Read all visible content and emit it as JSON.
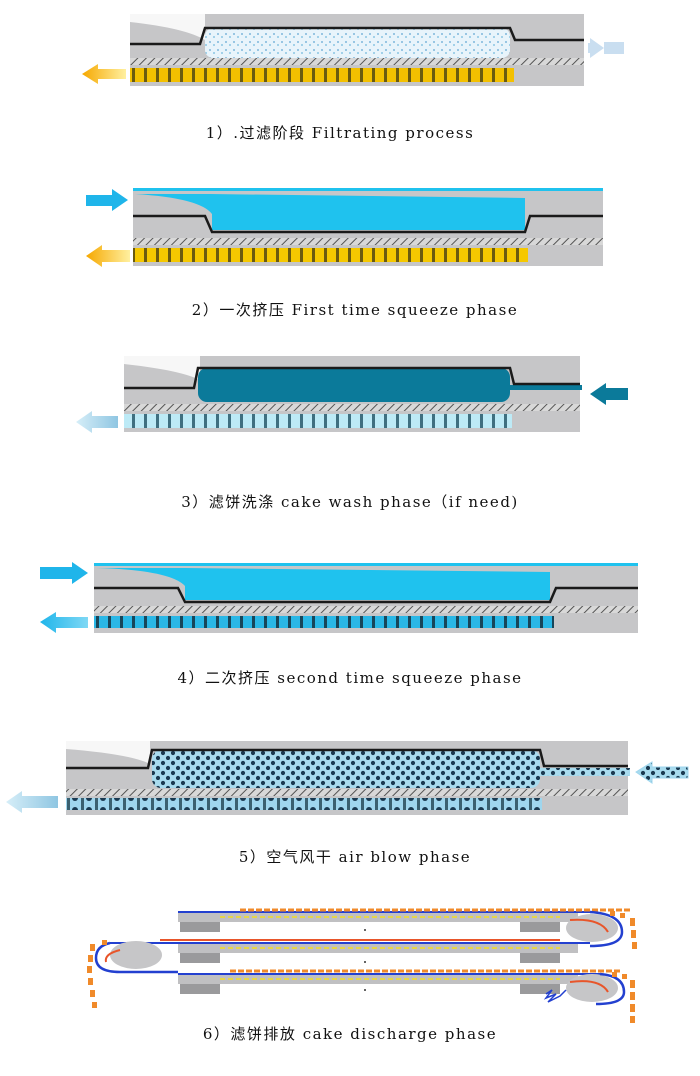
{
  "captions": {
    "step1": "1）.过滤阶段 Filtrating process",
    "step2": "2）一次挤压 First time squeeze phase",
    "step3": "3）滤饼洗涤 cake wash phase（if need)",
    "step4": "4）二次挤压 second time squeeze phase",
    "step5": "5）空气风干 air blow phase",
    "step6": "6）滤饼排放 cake discharge phase"
  },
  "colors": {
    "plate_gray": "#c7c7c9",
    "plate_dark": "#9a9a9c",
    "filtrate_yellow": "#f2c200",
    "squeeze_cyan": "#1fc2ee",
    "wash_teal": "#0b7a9a",
    "wash_light": "#a9e4f3",
    "cloth_red": "#e8552a",
    "cloth_blue": "#2340d0",
    "cake_orange": "#f08a2a"
  }
}
